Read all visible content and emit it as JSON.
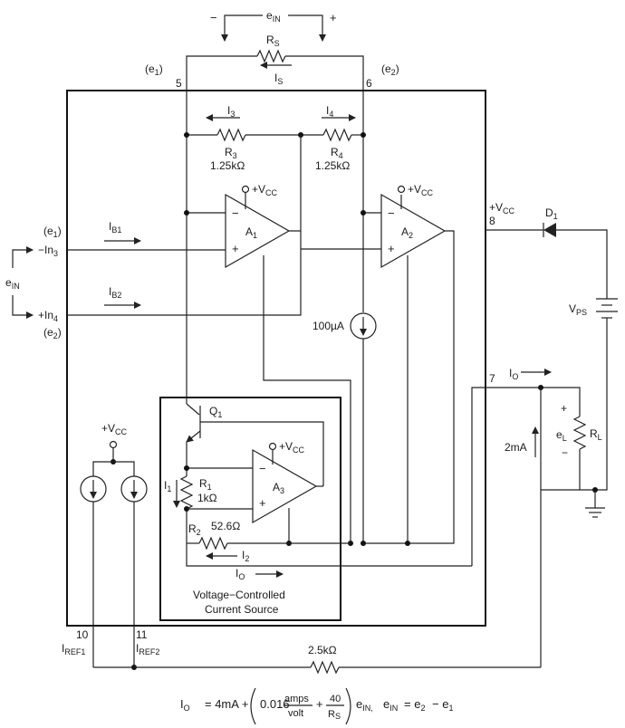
{
  "labels": {
    "ein_top": "e",
    "ein_top_sub": "IN",
    "minus": "−",
    "plus": "+",
    "rs": "R",
    "rs_sub": "S",
    "is": "I",
    "is_sub": "S",
    "e1_top": "(e",
    "e1_top_sub": "1",
    "e2_top": "(e",
    "e2_top_sub": "2",
    "pin5": "5",
    "pin6": "6",
    "pin7": "7",
    "pin8": "8",
    "pin10": "10",
    "pin11": "11",
    "i3": "I",
    "i3_sub": "3",
    "i4": "I",
    "i4_sub": "4",
    "r3": "R",
    "r3_sub": "3",
    "r3_val": "1.25kΩ",
    "r4": "R",
    "r4_sub": "4",
    "r4_val": "1.25kΩ",
    "vcc": "+V",
    "vcc_sub": "CC",
    "a1": "A",
    "a1_sub": "1",
    "a2": "A",
    "a2_sub": "2",
    "a3": "A",
    "a3_sub": "3",
    "e1_left": "(e",
    "e1_left_sub": "1",
    "in3": "−In",
    "in3_sub": "3",
    "ib1": "I",
    "ib1_sub": "B1",
    "ein_left": "e",
    "ein_left_sub": "IN",
    "ib2": "I",
    "ib2_sub": "B2",
    "in4": "+In",
    "in4_sub": "4",
    "e2_left": "(e",
    "e2_left_sub": "2",
    "d1": "D",
    "d1_sub": "1",
    "vps": "V",
    "vps_sub": "PS",
    "src100": "100µA",
    "io": "I",
    "io_sub": "O",
    "el": "e",
    "el_sub": "L",
    "rl": "R",
    "rl_sub": "L",
    "ma2": "2mA",
    "q1": "Q",
    "q1_sub": "1",
    "i1": "I",
    "i1_sub": "1",
    "r1": "R",
    "r1_sub": "1",
    "r1_val": "1kΩ",
    "r2": "R",
    "r2_sub": "2",
    "r2_val": "52.6Ω",
    "i2": "I",
    "i2_sub": "2",
    "vccs_line1": "Voltage−Controlled",
    "vccs_line2": "Current Source",
    "iref1": "I",
    "iref1_sub": "REF1",
    "iref2": "I",
    "iref2_sub": "REF2",
    "r_ext": "2.5kΩ"
  },
  "formula": {
    "lhs": "I",
    "lhs_sub": "O",
    "eq_4ma": "= 4mA +",
    "coef": "0.016",
    "num1": "amps",
    "den1": "volt",
    "plus": "+",
    "num2": "40",
    "den2": "R",
    "den2_sub": "S",
    "ein": "e",
    "ein_sub": "IN,",
    "ein2": "e",
    "ein2_sub": "IN",
    "eq_tail": "= e",
    "tail_sub2": "2",
    "tail_minus": "− e",
    "tail_sub1": "1"
  }
}
